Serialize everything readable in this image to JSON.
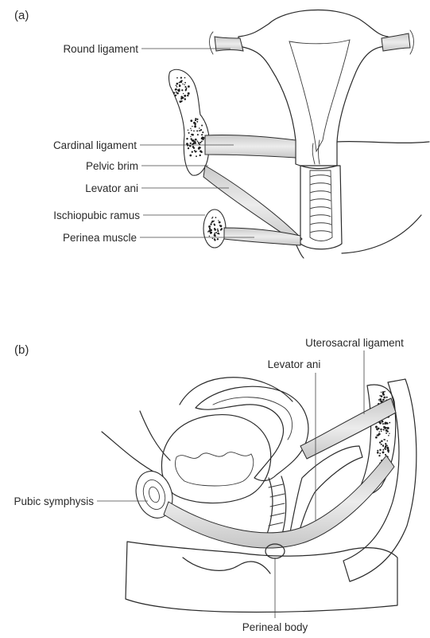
{
  "panel_a": {
    "letter": "(a)",
    "labels": {
      "round_ligament": "Round ligament",
      "cardinal_ligament": "Cardinal ligament",
      "pelvic_brim": "Pelvic brim",
      "levator_ani": "Levator ani",
      "ischiopubic_ramus": "Ischiopubic ramus",
      "perinea_muscle": "Perinea muscle"
    }
  },
  "panel_b": {
    "letter": "(b)",
    "labels": {
      "uterosacral_ligament": "Uterosacral ligament",
      "levator_ani": "Levator ani",
      "pubic_symphysis": "Pubic symphysis",
      "perineal_body": "Perineal body"
    }
  },
  "colors": {
    "ligament_fill": "#dcdcdc",
    "bone_speckle": "#1e1e1e",
    "sacrum_shade": "#d6d6d6",
    "line": "#2b2b2b"
  }
}
